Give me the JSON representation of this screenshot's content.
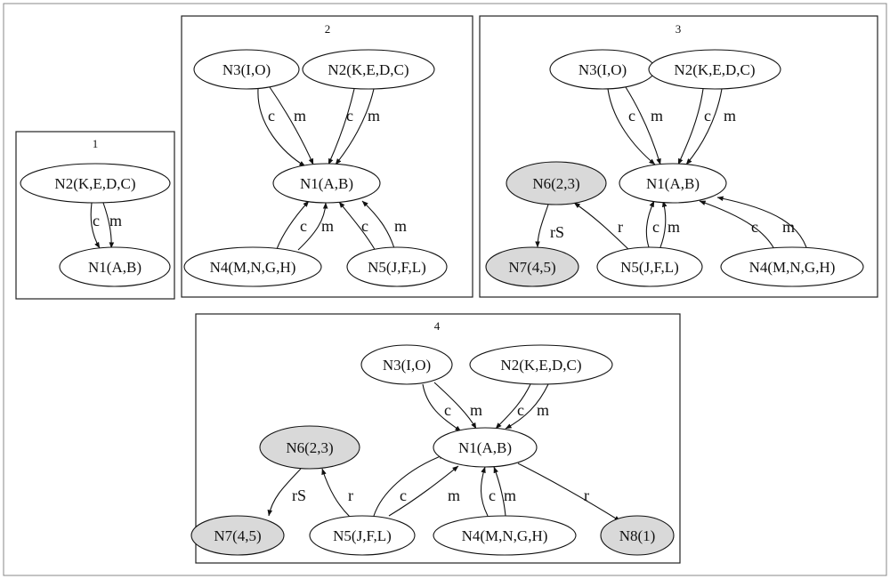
{
  "colors": {
    "node_default": "#ffffff",
    "node_shaded": "#d9d9d9",
    "stroke": "#111111"
  },
  "panels": [
    {
      "id": "1",
      "title": "1",
      "nodes": [
        {
          "id": "n2",
          "label": "N2(K,E,D,C)",
          "shaded": false
        },
        {
          "id": "n1",
          "label": "N1(A,B)",
          "shaded": false
        }
      ],
      "edges": [
        {
          "from": "n2",
          "to": "n1",
          "label": "c"
        },
        {
          "from": "n2",
          "to": "n1",
          "label": "m"
        }
      ]
    },
    {
      "id": "2",
      "title": "2",
      "nodes": [
        {
          "id": "n3",
          "label": "N3(I,O)",
          "shaded": false
        },
        {
          "id": "n2",
          "label": "N2(K,E,D,C)",
          "shaded": false
        },
        {
          "id": "n1",
          "label": "N1(A,B)",
          "shaded": false
        },
        {
          "id": "n4",
          "label": "N4(M,N,G,H)",
          "shaded": false
        },
        {
          "id": "n5",
          "label": "N5(J,F,L)",
          "shaded": false
        }
      ],
      "edges": [
        {
          "from": "n3",
          "to": "n1",
          "label": "c"
        },
        {
          "from": "n3",
          "to": "n1",
          "label": "m"
        },
        {
          "from": "n2",
          "to": "n1",
          "label": "c"
        },
        {
          "from": "n2",
          "to": "n1",
          "label": "m"
        },
        {
          "from": "n4",
          "to": "n1",
          "label": "c"
        },
        {
          "from": "n4",
          "to": "n1",
          "label": "m"
        },
        {
          "from": "n5",
          "to": "n1",
          "label": "c"
        },
        {
          "from": "n5",
          "to": "n1",
          "label": "m"
        }
      ]
    },
    {
      "id": "3",
      "title": "3",
      "nodes": [
        {
          "id": "n3",
          "label": "N3(I,O)",
          "shaded": false
        },
        {
          "id": "n2",
          "label": "N2(K,E,D,C)",
          "shaded": false
        },
        {
          "id": "n6",
          "label": "N6(2,3)",
          "shaded": true
        },
        {
          "id": "n1",
          "label": "N1(A,B)",
          "shaded": false
        },
        {
          "id": "n7",
          "label": "N7(4,5)",
          "shaded": true
        },
        {
          "id": "n5",
          "label": "N5(J,F,L)",
          "shaded": false
        },
        {
          "id": "n4",
          "label": "N4(M,N,G,H)",
          "shaded": false
        }
      ],
      "edges": [
        {
          "from": "n3",
          "to": "n1",
          "label": "c"
        },
        {
          "from": "n3",
          "to": "n1",
          "label": "m"
        },
        {
          "from": "n2",
          "to": "n1",
          "label": "c"
        },
        {
          "from": "n2",
          "to": "n1",
          "label": "m"
        },
        {
          "from": "n6",
          "to": "n7",
          "label": "rS"
        },
        {
          "from": "n5",
          "to": "n6",
          "label": "r"
        },
        {
          "from": "n5",
          "to": "n1",
          "label": "c"
        },
        {
          "from": "n5",
          "to": "n1",
          "label": "m"
        },
        {
          "from": "n4",
          "to": "n1",
          "label": "c"
        },
        {
          "from": "n4",
          "to": "n1",
          "label": "m"
        }
      ]
    },
    {
      "id": "4",
      "title": "4",
      "nodes": [
        {
          "id": "n3",
          "label": "N3(I,O)",
          "shaded": false
        },
        {
          "id": "n2",
          "label": "N2(K,E,D,C)",
          "shaded": false
        },
        {
          "id": "n6",
          "label": "N6(2,3)",
          "shaded": true
        },
        {
          "id": "n1",
          "label": "N1(A,B)",
          "shaded": false
        },
        {
          "id": "n7",
          "label": "N7(4,5)",
          "shaded": true
        },
        {
          "id": "n5",
          "label": "N5(J,F,L)",
          "shaded": false
        },
        {
          "id": "n4",
          "label": "N4(M,N,G,H)",
          "shaded": false
        },
        {
          "id": "n8",
          "label": "N8(1)",
          "shaded": true
        }
      ],
      "edges": [
        {
          "from": "n3",
          "to": "n1",
          "label": "c"
        },
        {
          "from": "n3",
          "to": "n1",
          "label": "m"
        },
        {
          "from": "n2",
          "to": "n1",
          "label": "c"
        },
        {
          "from": "n2",
          "to": "n1",
          "label": "m"
        },
        {
          "from": "n6",
          "to": "n7",
          "label": "rS"
        },
        {
          "from": "n5",
          "to": "n6",
          "label": "r"
        },
        {
          "from": "n5",
          "to": "n1",
          "label": "c"
        },
        {
          "from": "n5",
          "to": "n1",
          "label": "m"
        },
        {
          "from": "n4",
          "to": "n1",
          "label": "c"
        },
        {
          "from": "n4",
          "to": "n1",
          "label": "m"
        },
        {
          "from": "n1",
          "to": "n8",
          "label": "r"
        }
      ]
    }
  ]
}
